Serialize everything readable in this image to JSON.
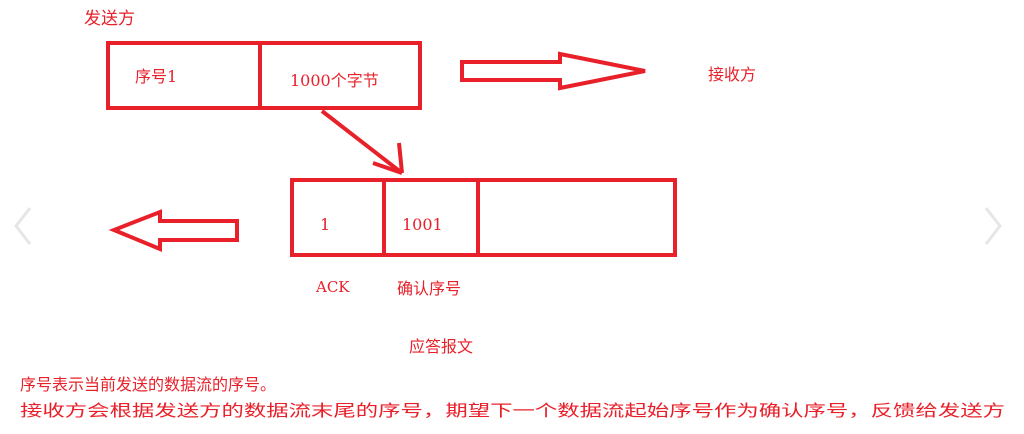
{
  "sender_label": "发送方",
  "receiver_label": "接收方",
  "segment": {
    "seq_field": "序号1",
    "data_field": "1000个字节"
  },
  "ack_segment": {
    "ack_value": "1",
    "ack_number_value": "1001"
  },
  "ack_label": "ACK",
  "ack_number_label": "确认序号",
  "reply_label": "应答报文",
  "notes": [
    "序号表示当前发送的数据流的序号。",
    "接收方会根据发送方的数据流末尾的序号，期望下一个数据流起始序号作为确认序号，反馈给发送方"
  ],
  "colors": {
    "accent": "#e8202a",
    "chevron": "#e6e6e6"
  }
}
